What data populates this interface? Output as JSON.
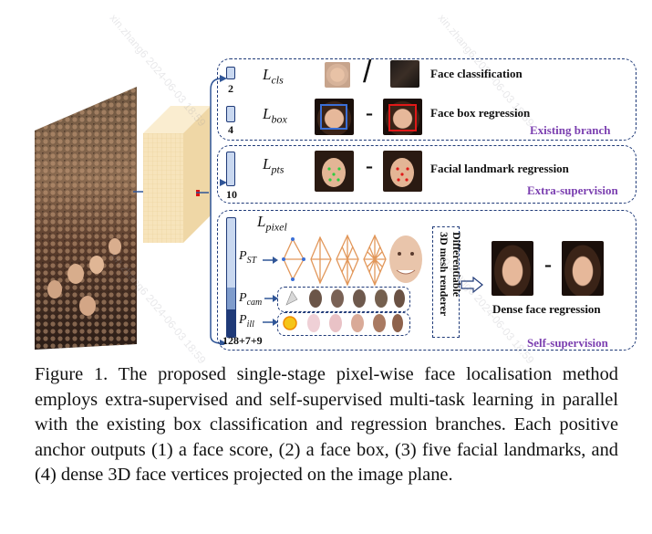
{
  "losses": {
    "cls": "L",
    "cls_sub": "cls",
    "box": "L",
    "box_sub": "box",
    "pts": "L",
    "pts_sub": "pts",
    "pixel": "L",
    "pixel_sub": "pixel"
  },
  "dims": {
    "cls": "2",
    "box": "4",
    "pts": "10",
    "pixel": "128+7+9"
  },
  "labels": {
    "face_classification": "Face classification",
    "face_box_regression": "Face box regression",
    "facial_landmark_regression": "Facial landmark regression",
    "dense_face_regression": "Dense face regression",
    "renderer_line1": "Differentiable",
    "renderer_line2": "3D mesh renderer",
    "slash": "/",
    "minus": "-"
  },
  "branches": {
    "existing": "Existing branch",
    "extra": "Extra-supervision",
    "self": "Self-supervision"
  },
  "params": {
    "st": "P",
    "st_sub": "ST",
    "cam": "P",
    "cam_sub": "cam",
    "ill": "P",
    "ill_sub": "ill"
  },
  "caption": "Figure 1. The proposed single-stage pixel-wise face localisation method employs extra-supervised and self-supervised multi-task learning in parallel with the existing box classification and regression branches. Each positive anchor outputs (1) a face score, (2) a face box, (3) five facial landmarks, and (4) dense 3D face vertices projected on the image plane.",
  "watermark": {
    "name": "xin.zhang6",
    "date": "2024-06-03 18:59"
  },
  "colors": {
    "panel_border": "#1f3a78",
    "branch_label": "#7b3fb0",
    "box_blue": "#3b6fd6",
    "box_red": "#e01818",
    "feature_cube": "#f6e2b6",
    "vector_bar": "#c9d8f0",
    "vector_dark": "#1f3a78"
  }
}
